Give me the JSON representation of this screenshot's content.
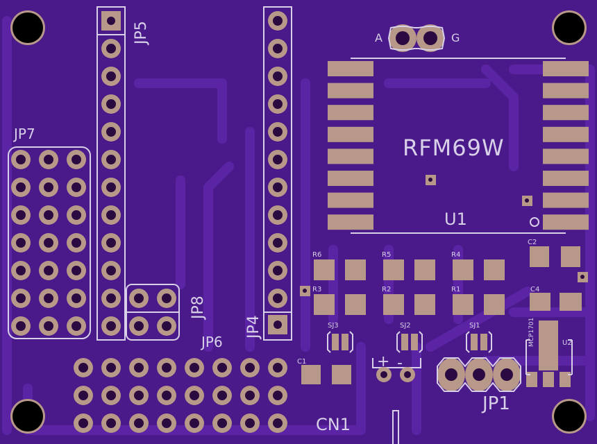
{
  "board": {
    "colors": {
      "substrate": "#4a1a8a",
      "trace": "#56209e",
      "silkscreen": "#d8d0e8",
      "pad": "#b89888",
      "hole": "#2a0a40",
      "mounting_hole": "#000000"
    }
  },
  "labels": {
    "jp5": "JP5",
    "jp4": "JP4",
    "jp7": "JP7",
    "jp8": "JP8",
    "jp6": "JP6",
    "jp1": "JP1",
    "cn1": "CN1",
    "rfm": "RFM69W",
    "u1": "U1",
    "u2": "U2",
    "ant_a": "A",
    "ant_g": "G",
    "r6": "R6",
    "r5": "R5",
    "r4": "R4",
    "r3": "R3",
    "r2": "R2",
    "r1": "R1",
    "sj3": "SJ3",
    "sj2": "SJ2",
    "sj1": "SJ1",
    "c1": "C1",
    "c2": "C2",
    "c4": "C4",
    "mcp": "MCP1701",
    "plus": "+",
    "minus": "-"
  }
}
